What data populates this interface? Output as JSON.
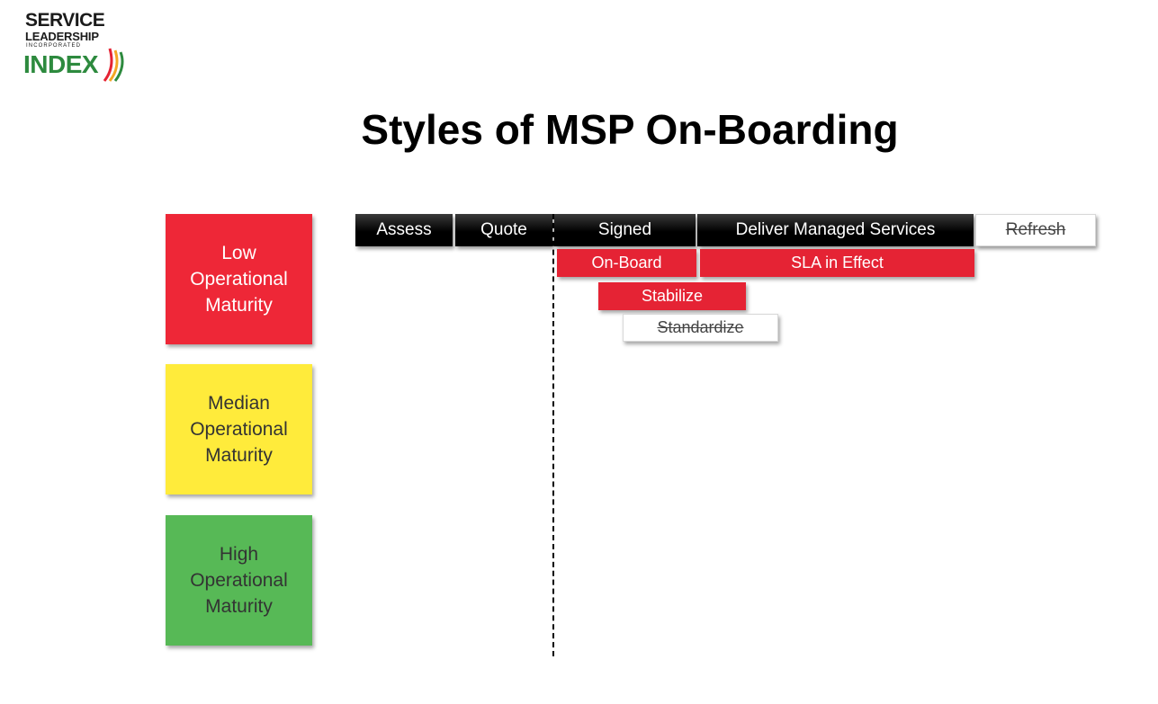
{
  "logo": {
    "line1": "SERVICE",
    "line2": "LEADERSHIP",
    "line3": "INCORPORATED",
    "line4": "INDEX"
  },
  "title": "Styles of MSP On-Boarding",
  "maturity": [
    {
      "label": "Low Operational Maturity",
      "color": "#ee2737",
      "text_color": "#ffffff"
    },
    {
      "label": "Median Operational Maturity",
      "color": "#ffeb3b",
      "text_color": "#333333"
    },
    {
      "label": "High Operational Maturity",
      "color": "#57b956",
      "text_color": "#333333"
    }
  ],
  "phases": [
    {
      "label": "Assess"
    },
    {
      "label": "Quote"
    },
    {
      "label": "Signed"
    },
    {
      "label": "Deliver Managed Services"
    },
    {
      "label": "Refresh",
      "strikethrough": true
    }
  ],
  "tasks": [
    {
      "label": "On-Board",
      "color": "#e52334"
    },
    {
      "label": "SLA in Effect",
      "color": "#e52334"
    },
    {
      "label": "Stabilize",
      "color": "#e52334"
    },
    {
      "label": "Standardize",
      "strikethrough": true
    }
  ]
}
